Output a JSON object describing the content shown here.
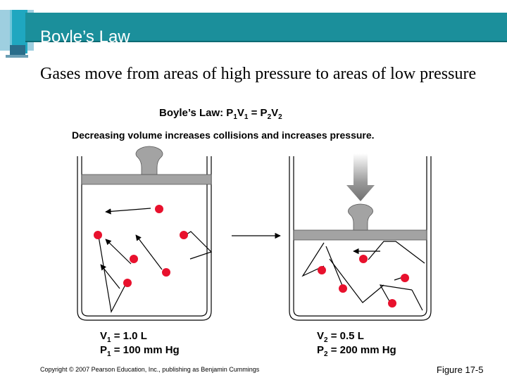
{
  "slide": {
    "title": "Boyle’s Law",
    "bullet": "Gases move from areas of high pressure to areas of low pressure"
  },
  "figure": {
    "heading_prefix": "Boyle’s Law: P",
    "heading_sub1": "1",
    "heading_v": "V",
    "heading_sub1b": "1",
    "heading_eq": " = P",
    "heading_sub2": "2",
    "heading_v2": "V",
    "heading_sub2b": "2",
    "caption": "Decreasing volume increases collisions and increases pressure.",
    "left": {
      "v_label": "V",
      "v_sub": "1",
      "v_value": " = 1.0 L",
      "p_label": "P",
      "p_sub": "1",
      "p_value": " = 100 mm Hg"
    },
    "right": {
      "v_label": "V",
      "v_sub": "2",
      "v_value": " = 0.5 L",
      "p_label": "P",
      "p_sub": "2",
      "p_value": " = 200 mm Hg"
    }
  },
  "footer": {
    "copyright": "Copyright © 2007 Pearson Education, Inc., publishing as Benjamin Cummings",
    "figure_ref": "Figure 17-5"
  },
  "colors": {
    "header": "#1b8f9b",
    "particle": "#e8112d",
    "piston": "#a3a3a3"
  }
}
